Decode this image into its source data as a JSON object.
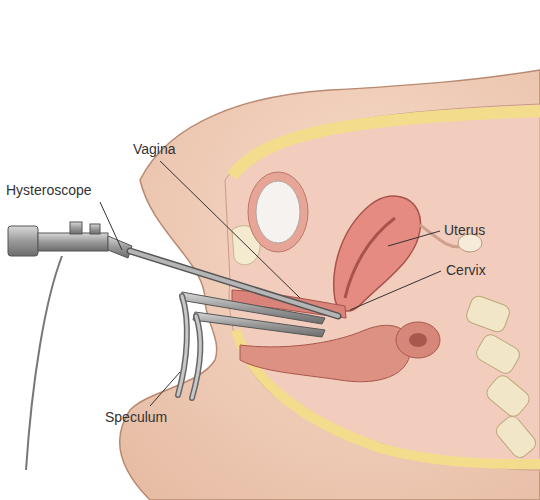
{
  "diagram": {
    "labels": [
      "Vagina",
      "Hysteroscope",
      "Uterus",
      "Cervix",
      "Speculum"
    ]
  }
}
